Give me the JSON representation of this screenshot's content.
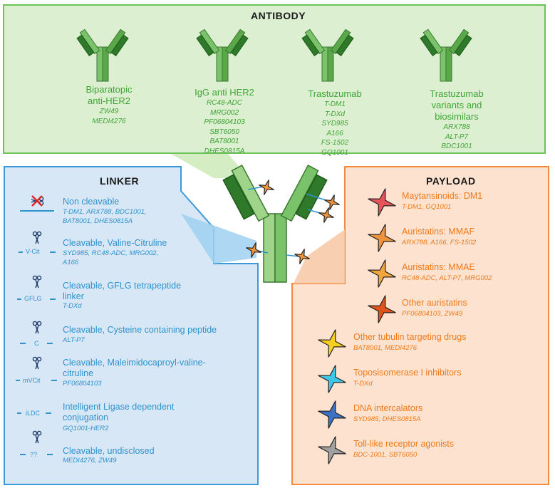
{
  "antibody": {
    "title": "ANTIBODY",
    "columns": [
      {
        "name_lines": [
          "Biparatopic",
          "anti-HER2"
        ],
        "drugs": [
          "ZW49",
          "MEDI4276"
        ]
      },
      {
        "name_lines": [
          "IgG anti HER2"
        ],
        "drugs": [
          "RC48-ADC",
          "MRG002",
          "PF06804103",
          "SBT6050",
          "BAT8001",
          "DHES0815A"
        ]
      },
      {
        "name_lines": [
          "Trastuzumab"
        ],
        "drugs": [
          "T-DM1",
          "T-DXd",
          "SYD985",
          "A166",
          "FS-1502",
          "GQ1001"
        ]
      },
      {
        "name_lines": [
          "Trastuzumab",
          "variants and",
          "biosimilars"
        ],
        "drugs": [
          "ARX788",
          "ALT-P7",
          "BDC1001"
        ]
      }
    ]
  },
  "linker": {
    "title": "LINKER",
    "rows": [
      {
        "name_lines": [
          "Non cleavable"
        ],
        "drug_lines": [
          "T-DM1, ARX788, BDC1001,",
          "BAT8001, DHES0815A"
        ],
        "icon_label": ""
      },
      {
        "name_lines": [
          "Cleavable, Valine-Citruline"
        ],
        "drug_lines": [
          "SYD985, RC48-ADC, MRG002,",
          "A166"
        ],
        "icon_label": "V-Cit"
      },
      {
        "name_lines": [
          "Cleavable, GFLG tetrapeptide",
          "linker"
        ],
        "drug_lines": [
          "T-DXd"
        ],
        "icon_label": "GFLG"
      },
      {
        "name_lines": [
          "Cleavable, Cysteine containing peptide"
        ],
        "drug_lines": [
          "ALT-P7"
        ],
        "icon_label": "C"
      },
      {
        "name_lines": [
          "Cleavable, Maleimidocaproyl-valine-",
          "citruline"
        ],
        "drug_lines": [
          "PF06804103"
        ],
        "icon_label": "mVCit"
      },
      {
        "name_lines": [
          "Intelligent Ligase dependent",
          "conjugation"
        ],
        "drug_lines": [
          "GQ1001-HER2"
        ],
        "icon_label": "iLDC"
      },
      {
        "name_lines": [
          "Cleavable, undisclosed"
        ],
        "drug_lines": [
          "MEDI4276, ZW49"
        ],
        "icon_label": "??"
      }
    ]
  },
  "payload": {
    "title": "PAYLOAD",
    "rows": [
      {
        "name": "Maytansinoids: DM1",
        "drugs": "T-DM1, GQ1001",
        "color": "#e8535a"
      },
      {
        "name": "Auristatins: MMAF",
        "drugs": "ARX788, A166, FS-1502",
        "color": "#f0933a"
      },
      {
        "name": "Auristatins: MMAE",
        "drugs": "RC48-ADC, ALT-P7, MRG002",
        "color": "#f2a63c"
      },
      {
        "name": "Other auristatins",
        "drugs": "PF06804103, ZW49",
        "color": "#e0541c"
      },
      {
        "name": "Other tubulin targeting drugs",
        "drugs": "BAT8001, MEDI4276",
        "color": "#f5d020"
      },
      {
        "name": "Toposisomerase I inhibitors",
        "drugs": "T-DXd",
        "color": "#3ec6e6"
      },
      {
        "name": "DNA intercalators",
        "drugs": "SYD985, DHES0815A",
        "color": "#3c72c4"
      },
      {
        "name": "Toll-like receptor agonists",
        "drugs": "BDC-1001, SBT6050",
        "color": "#a0a0a0"
      }
    ]
  },
  "colors": {
    "antibody_bg": "#dcefd1",
    "antibody_border": "#6cc35a",
    "linker_bg": "#d8e7f5",
    "linker_border": "#3c9ad8",
    "payload_bg": "#fde2cf",
    "payload_border": "#f28b3c"
  },
  "icons": {
    "non_cleavable": "crossed-scissors-icon",
    "cleavable": "scissors-icon",
    "payload": "four-point-star-icon",
    "antibody": "antibody-y-icon"
  }
}
